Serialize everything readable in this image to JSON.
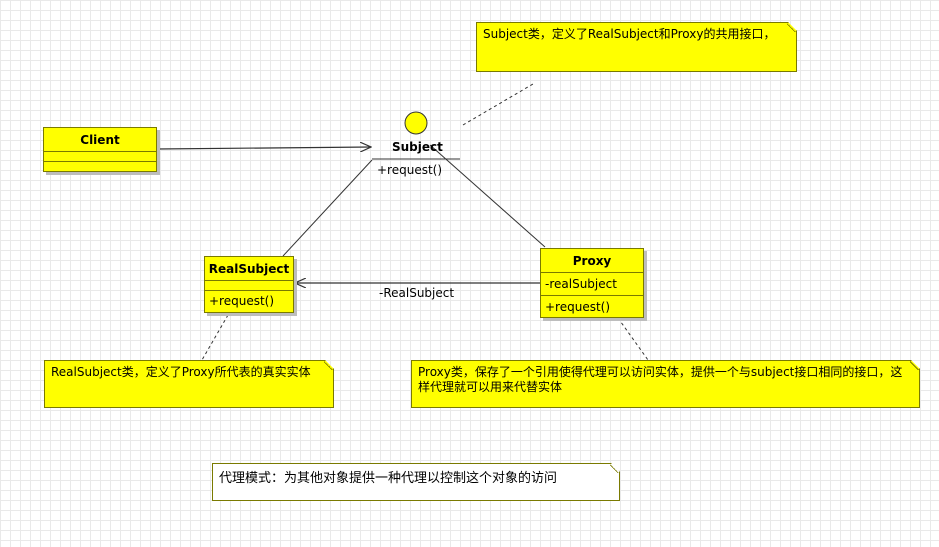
{
  "classes": {
    "client": {
      "name": "Client"
    },
    "subject": {
      "name": "Subject",
      "operation": "+request()"
    },
    "real_subject": {
      "name": "RealSubject",
      "operation": "+request()"
    },
    "proxy": {
      "name": "Proxy",
      "attribute": "-realSubject",
      "operation": "+request()"
    }
  },
  "association_label": "-RealSubject",
  "notes": {
    "subject": "Subject类，定义了RealSubject和Proxy的共用接口，",
    "real_subject": "RealSubject类，定义了Proxy所代表的真实实体",
    "proxy": "Proxy类，保存了一个引用使得代理可以访问实体，提供一个与subject接口相同的接口，这样代理就可以用来代替实体",
    "pattern": "代理模式：为其他对象提供一种代理以控制这个对象的访问"
  },
  "colors": {
    "fill": "#ffff00",
    "border": "#7a7a00",
    "line": "#333333"
  }
}
